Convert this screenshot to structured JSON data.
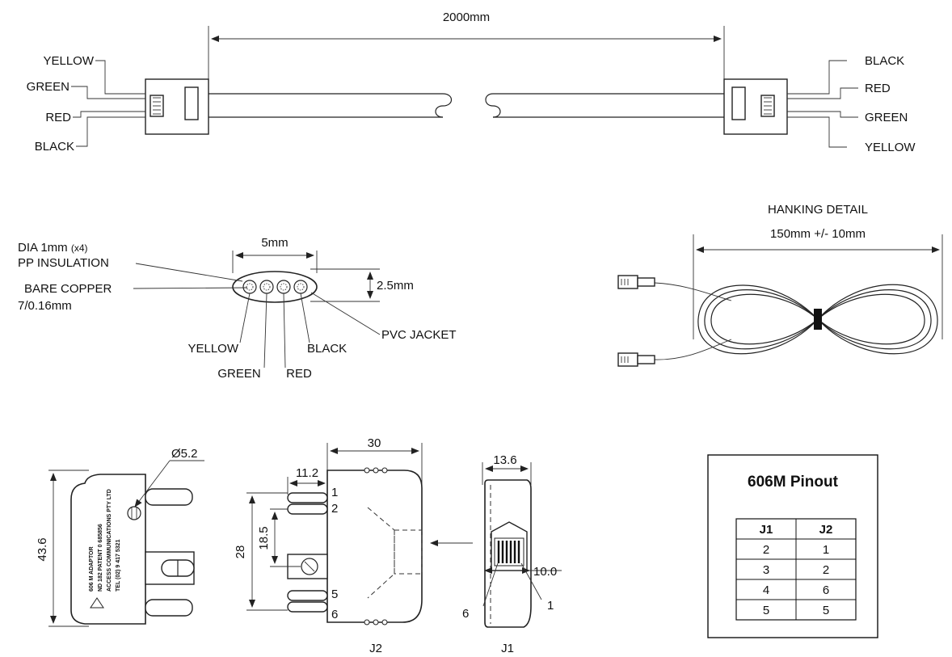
{
  "cable": {
    "length_label": "2000mm",
    "left_wires": [
      "YELLOW",
      "GREEN",
      "RED",
      "BLACK"
    ],
    "right_wires": [
      "BLACK",
      "RED",
      "GREEN",
      "YELLOW"
    ]
  },
  "cross_section": {
    "wire_dia": "DIA 1mm",
    "wire_count": "(x4)",
    "insulation": "PP INSULATION",
    "conductor": "BARE COPPER",
    "strand": "7/0.16mm",
    "width": "5mm",
    "height": "2.5mm",
    "jacket": "PVC JACKET",
    "colors": [
      "YELLOW",
      "GREEN",
      "RED",
      "BLACK"
    ]
  },
  "hanking": {
    "title": "HANKING DETAIL",
    "spec": "150mm +/- 10mm"
  },
  "adapter": {
    "hole_dia": "Ø5.2",
    "height_total": "43.6",
    "width_total": "30",
    "pin_offset": "11.2",
    "body_height": "28",
    "pin_span": "18.5",
    "depth": "13.6",
    "socket_width": "10.0",
    "pin_labels": [
      "1",
      "2",
      "5",
      "6"
    ],
    "socket_pins": [
      "6",
      "1"
    ],
    "view_j2": "J2",
    "view_j1": "J1",
    "label_lines": [
      "606 M  ADAPTOR",
      "ND 182  PATENT 0  685856",
      "ACCESS COMMUNICATIONS PTY LTD",
      "TEL (02) 9 417 5321"
    ]
  },
  "pinout": {
    "title": "606M Pinout",
    "headers": [
      "J1",
      "J2"
    ],
    "rows": [
      [
        "2",
        "1"
      ],
      [
        "3",
        "2"
      ],
      [
        "4",
        "6"
      ],
      [
        "5",
        "5"
      ]
    ]
  }
}
